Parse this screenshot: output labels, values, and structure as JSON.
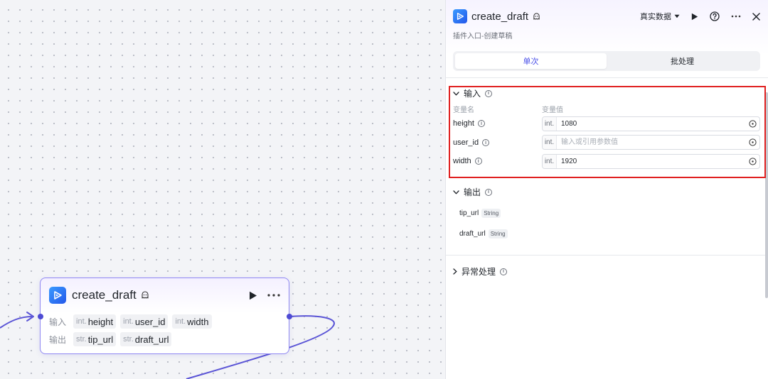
{
  "node": {
    "title": "create_draft",
    "input_label": "输入",
    "output_label": "输出",
    "inputs": [
      {
        "type": "int.",
        "name": "height"
      },
      {
        "type": "int.",
        "name": "user_id"
      },
      {
        "type": "int.",
        "name": "width"
      }
    ],
    "outputs": [
      {
        "type": "str.",
        "name": "tip_url"
      },
      {
        "type": "str.",
        "name": "draft_url"
      }
    ]
  },
  "panel": {
    "title": "create_draft",
    "subtitle": "插件入口-创建草稿",
    "mode_label": "真实数据",
    "tabs": [
      {
        "label": "单次",
        "active": true
      },
      {
        "label": "批处理",
        "active": false
      }
    ],
    "input_section": {
      "title": "输入",
      "col_name": "变量名",
      "col_value": "变量值",
      "rows": [
        {
          "name": "height",
          "type": "int.",
          "value": "1080",
          "placeholder": ""
        },
        {
          "name": "user_id",
          "type": "int.",
          "value": "",
          "placeholder": "输入或引用参数值"
        },
        {
          "name": "width",
          "type": "int.",
          "value": "1920",
          "placeholder": ""
        }
      ]
    },
    "output_section": {
      "title": "输出",
      "rows": [
        {
          "name": "tip_url",
          "type": "String"
        },
        {
          "name": "draft_url",
          "type": "String"
        }
      ]
    },
    "error_section": {
      "title": "异常处理"
    }
  },
  "colors": {
    "accent": "#4d53e8",
    "node_border": "#8f87f2",
    "edge": "#5b55d6",
    "highlight": "#e02020",
    "logo_gradient_start": "#3a9bff",
    "logo_gradient_end": "#2457ea"
  },
  "icons": [
    "play-icon",
    "more-icon",
    "help-icon",
    "close-icon",
    "ghost-icon",
    "caret-down-icon",
    "chevron-down-icon",
    "chevron-right-icon",
    "info-icon",
    "reference-icon"
  ]
}
